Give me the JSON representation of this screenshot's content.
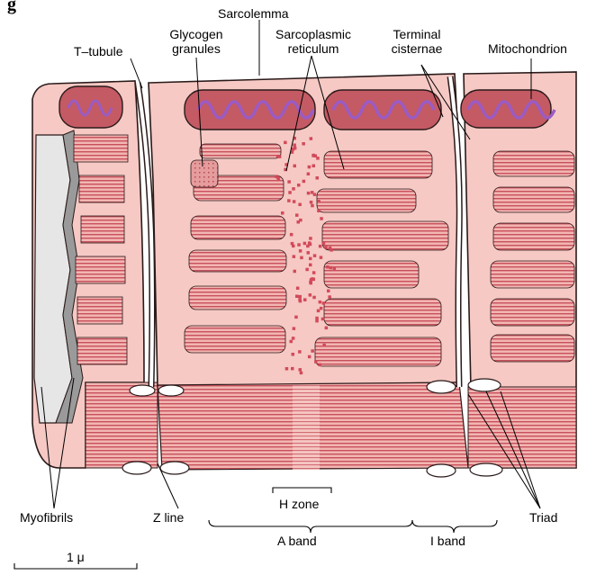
{
  "title_fragment": "g",
  "labels": {
    "sarcolemma": "Sarcolemma",
    "t_tubule": "T–tubule",
    "glycogen_line1": "Glycogen",
    "glycogen_line2": "granules",
    "sr_line1": "Sarcoplasmic",
    "sr_line2": "reticulum",
    "terminal_line1": "Terminal",
    "terminal_line2": "cisternae",
    "mitochondrion": "Mitochondrion",
    "myofibrils": "Myofibrils",
    "z_line": "Z line",
    "h_zone": "H zone",
    "a_band": "A band",
    "i_band": "I band",
    "triad": "Triad",
    "scale": "1 μ"
  },
  "colors": {
    "cytoplasm": "#f6c9c4",
    "myofibril": "#e39a98",
    "myofibril_dark": "#c2525d",
    "mitochondrion": "#c45a64",
    "cristae": "#9b5bc4",
    "reticulum_dots": "#d24a5a",
    "outline": "#2a1a1a",
    "tubule_white": "#ffffff",
    "panel_gray": "#e6e6e6"
  }
}
